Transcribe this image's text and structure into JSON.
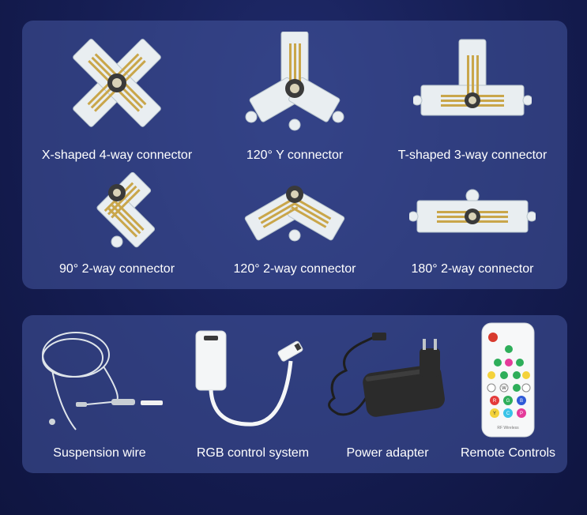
{
  "connectors": [
    {
      "label": "X-shaped 4-way connector",
      "icon": "x-connector-icon"
    },
    {
      "label": "120° Y connector",
      "icon": "y-connector-icon"
    },
    {
      "label": "T-shaped 3-way connector",
      "icon": "t-connector-icon"
    },
    {
      "label": "90° 2-way connector",
      "icon": "l-connector-icon"
    },
    {
      "label": "120° 2-way connector",
      "icon": "angle-connector-icon"
    },
    {
      "label": "180° 2-way connector",
      "icon": "straight-connector-icon"
    }
  ],
  "accessories": [
    {
      "label": "Suspension wire",
      "icon": "suspension-wire-icon"
    },
    {
      "label": "RGB control system",
      "icon": "rgb-controller-icon"
    },
    {
      "label": "Power adapter",
      "icon": "power-adapter-icon"
    },
    {
      "label": "Remote Controls",
      "icon": "remote-control-icon"
    }
  ],
  "remote": {
    "brand_text": "RF Wireless",
    "buttons": [
      "R",
      "G",
      "B",
      "W",
      "Y",
      "C",
      "P"
    ]
  },
  "colors": {
    "background": "#151d52",
    "panel": "#4658a0",
    "label": "#ffffff",
    "pin_gold": "#c9a64a",
    "plastic": "#e8eef2"
  }
}
